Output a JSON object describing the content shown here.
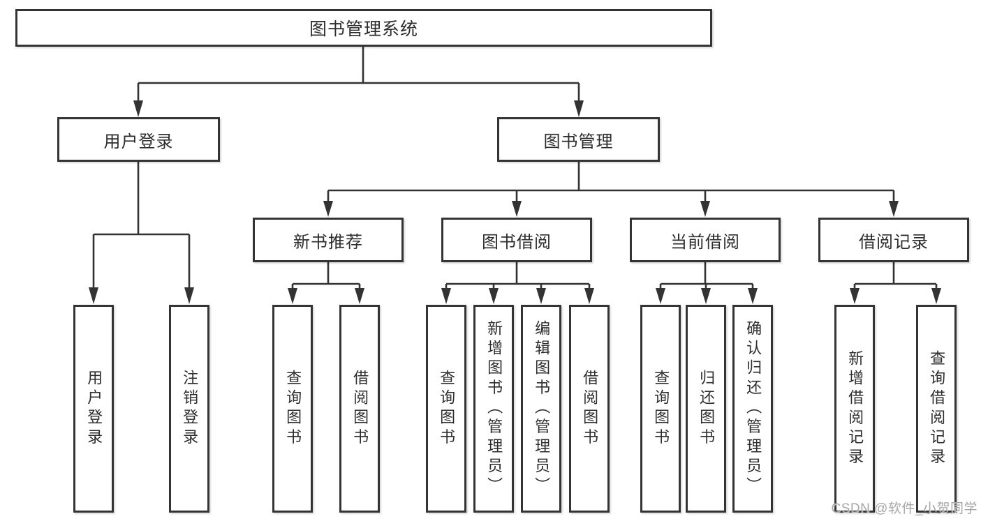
{
  "diagram": {
    "root": {
      "label": "图书管理系统"
    },
    "level1": [
      {
        "label": "用户登录"
      },
      {
        "label": "图书管理"
      }
    ],
    "level2": [
      {
        "label": "新书推荐",
        "parent": "图书管理"
      },
      {
        "label": "图书借阅",
        "parent": "图书管理"
      },
      {
        "label": "当前借阅",
        "parent": "图书管理"
      },
      {
        "label": "借阅记录",
        "parent": "图书管理"
      }
    ],
    "leaves": [
      {
        "label": "用户登录",
        "parent": "用户登录"
      },
      {
        "label": "注销登录",
        "parent": "用户登录"
      },
      {
        "label": "查询图书",
        "parent": "新书推荐"
      },
      {
        "label": "借阅图书",
        "parent": "新书推荐"
      },
      {
        "label": "查询图书",
        "parent": "图书借阅"
      },
      {
        "label": "新增图书（管理员）",
        "parent": "图书借阅"
      },
      {
        "label": "编辑图书（管理员）",
        "parent": "图书借阅"
      },
      {
        "label": "借阅图书",
        "parent": "图书借阅"
      },
      {
        "label": "查询图书",
        "parent": "当前借阅"
      },
      {
        "label": "归还图书",
        "parent": "当前借阅"
      },
      {
        "label": "确认归还（管理员）",
        "parent": "当前借阅"
      },
      {
        "label": "新增借阅记录",
        "parent": "借阅记录"
      },
      {
        "label": "查询借阅记录",
        "parent": "借阅记录"
      }
    ]
  },
  "watermark": {
    "text": "CSDN @软件_小贺同学"
  },
  "colors": {
    "line": "#333333",
    "box_border": "#343434",
    "box_background": "#ffffff",
    "text": "#2d2d2d",
    "watermark": "#a6a6a6",
    "page_background": "#ffffff"
  }
}
